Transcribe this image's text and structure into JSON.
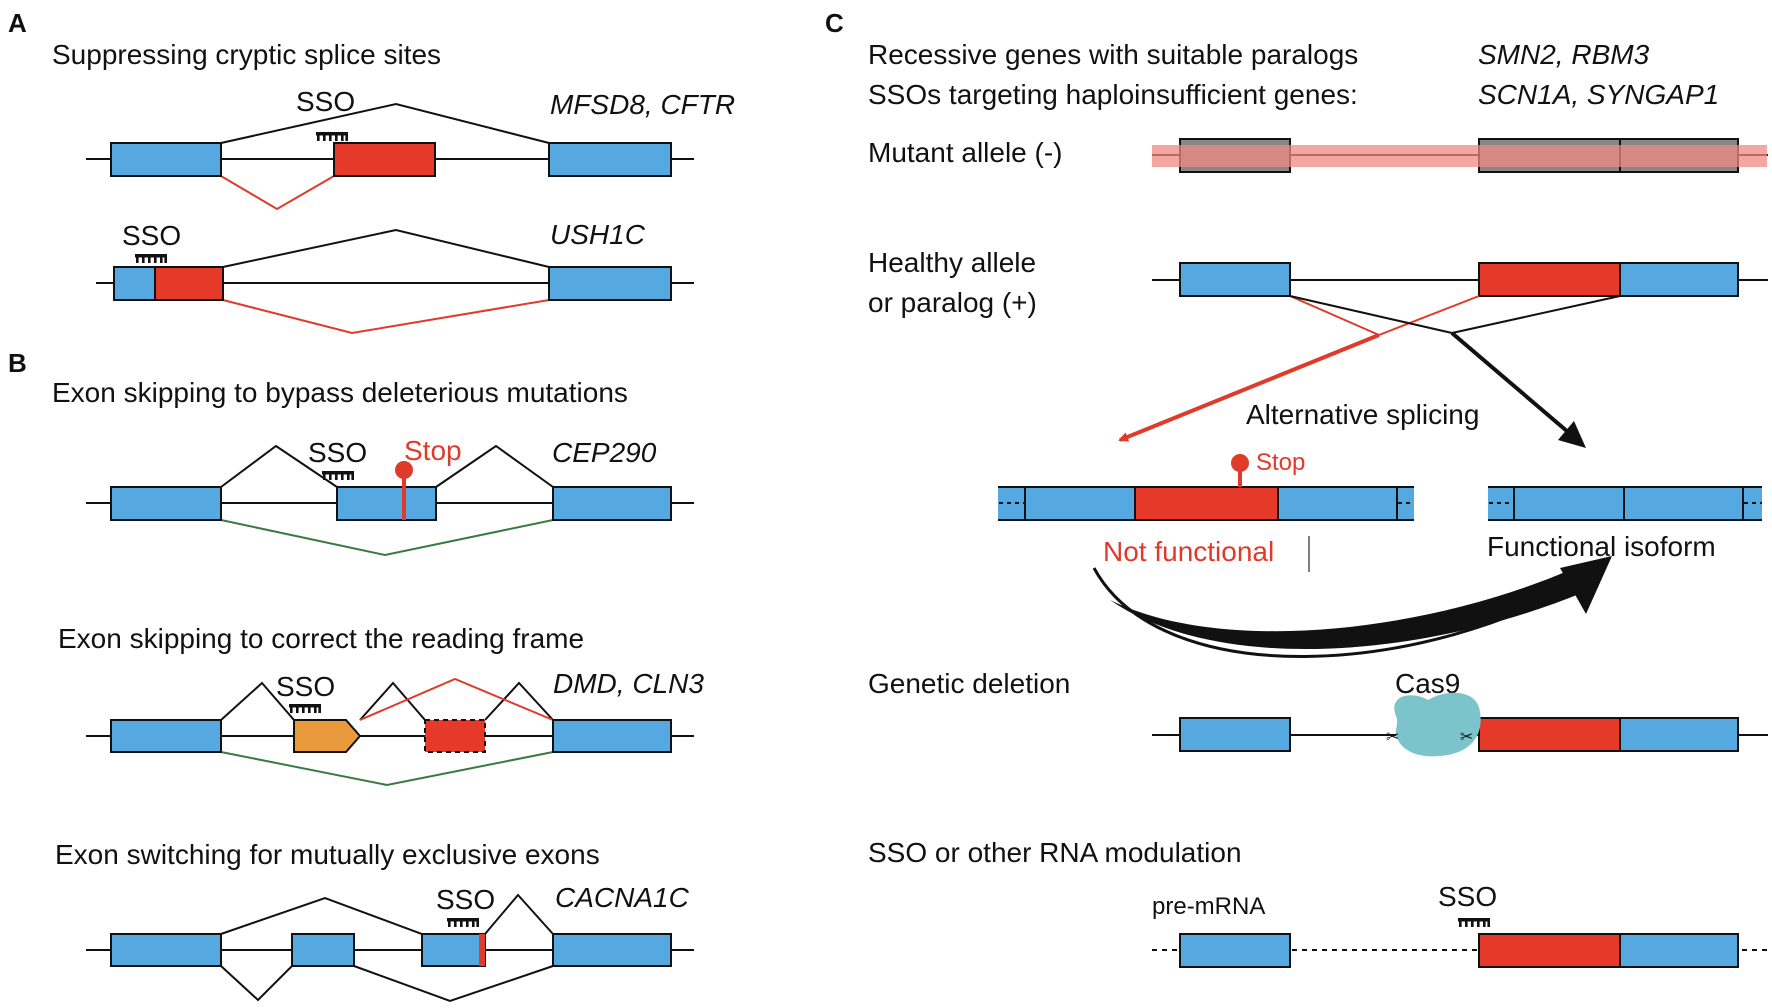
{
  "panels": {
    "a": "A",
    "b": "B",
    "c": "C"
  },
  "panel_a": {
    "heading": "Suppressing cryptic splice sites",
    "genes_1": "MFSD8, CFTR",
    "genes_2": "USH1C",
    "sso_1": "SSO",
    "sso_2": "SSO"
  },
  "panel_b": {
    "heading_1": "Exon skipping to bypass deleterious mutations",
    "genes_1": "CEP290",
    "sso_1": "SSO",
    "stop_1": "Stop",
    "heading_2": "Exon skipping to correct the reading frame",
    "genes_2": "DMD, CLN3",
    "sso_2": "SSO",
    "heading_3": "Exon switching for mutually exclusive exons",
    "genes_3": "CACNA1C",
    "sso_3": "SSO"
  },
  "panel_c": {
    "line1_text": "Recessive genes with suitable paralogs",
    "line1_genes": "SMN2, RBM3",
    "line2_text": "SSOs targeting haploinsufficient genes:",
    "line2_genes": "SCN1A, SYNGAP1",
    "mutant_allele": "Mutant allele (-)",
    "healthy_allele_1": "Healthy allele",
    "healthy_allele_2": "or paralog (+)",
    "alt_splicing": "Alternative splicing",
    "stop": "Stop",
    "not_functional": "Not functional",
    "functional_isoform": "Functional isoform",
    "genetic_deletion": "Genetic deletion",
    "cas9": "Cas9",
    "sso_rna_heading": "SSO or other RNA modulation",
    "pre_mrna": "pre-mRNA",
    "sso": "SSO"
  },
  "colors": {
    "exon_blue": "#55a9e0",
    "exon_red": "#e5392a",
    "exon_orange": "#e99a3b",
    "intron_black": "#111111",
    "splice_red": "#e03a2a",
    "splice_green": "#3b7a3e",
    "cas9_teal": "#7cc4cc",
    "mutant_band": "#f08a80"
  }
}
